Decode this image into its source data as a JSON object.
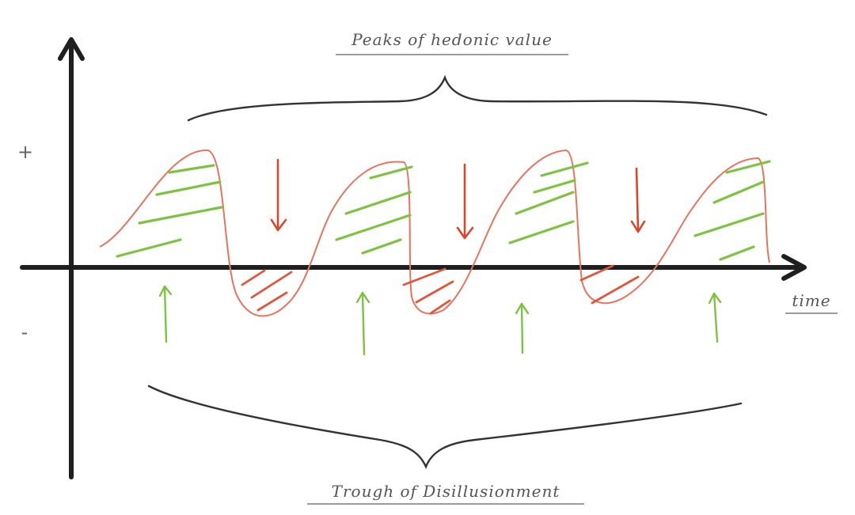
{
  "diagram": {
    "top_label": "Peaks of hedonic value",
    "bottom_label": "Trough of Disillusionment",
    "x_axis_label": "time",
    "y_plus_label": "+",
    "y_minus_label": "-"
  },
  "colors": {
    "axis": "#1f1f1f",
    "wave": "#e8735c",
    "positive_hatch": "#7dc241",
    "negative_hatch": "#e2553a",
    "down_arrow": "#d9472b",
    "up_arrow": "#7dc241",
    "brace": "#333333",
    "label": "#555555"
  }
}
